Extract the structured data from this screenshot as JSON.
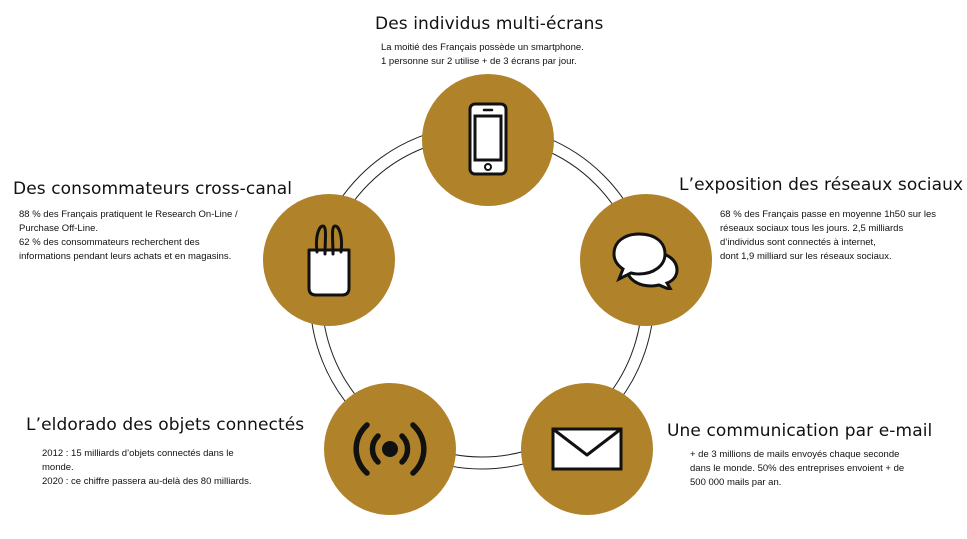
{
  "colors": {
    "node_fill": "#b0832a",
    "icon_stroke": "#111111",
    "icon_fill": "#ffffff"
  },
  "nodes": [
    {
      "id": "multi-ecrans",
      "icon": "smartphone-icon",
      "title": "Des individus multi-écrans",
      "lines": [
        "La moitié des Français possède un smartphone.",
        "1 personne sur 2 utilise + de 3 écrans par jour."
      ]
    },
    {
      "id": "reseaux-sociaux",
      "icon": "chat-bubbles-icon",
      "title": "L’exposition des réseaux sociaux",
      "lines": [
        "68 % des Français passe en moyenne 1h50 sur les",
        "réseaux sociaux tous les jours. 2,5 milliards",
        "d’individus sont connectés à internet,",
        "dont 1,9 milliard sur les réseaux sociaux."
      ]
    },
    {
      "id": "email",
      "icon": "envelope-icon",
      "title": "Une communication par e-mail",
      "lines": [
        "+ de 3 millions de mails envoyés chaque seconde",
        "dans le monde. 50% des entreprises envoient + de",
        "500 000 mails par an."
      ]
    },
    {
      "id": "objets-connectes",
      "icon": "wireless-signal-icon",
      "title": "L’eldorado des objets connectés",
      "lines": [
        "2012 : 15 milliards d’objets connectés dans le",
        "monde.",
        "2020 : ce chiffre passera au-delà des 80 milliards."
      ]
    },
    {
      "id": "cross-canal",
      "icon": "shopping-bag-icon",
      "title": "Des consommateurs cross-canal",
      "lines": [
        "88 % des Français pratiquent le Research On-Line /",
        "Purchase Off-Line.",
        "62 % des consommateurs recherchent des",
        "informations pendant leurs achats et en magasins."
      ]
    }
  ]
}
